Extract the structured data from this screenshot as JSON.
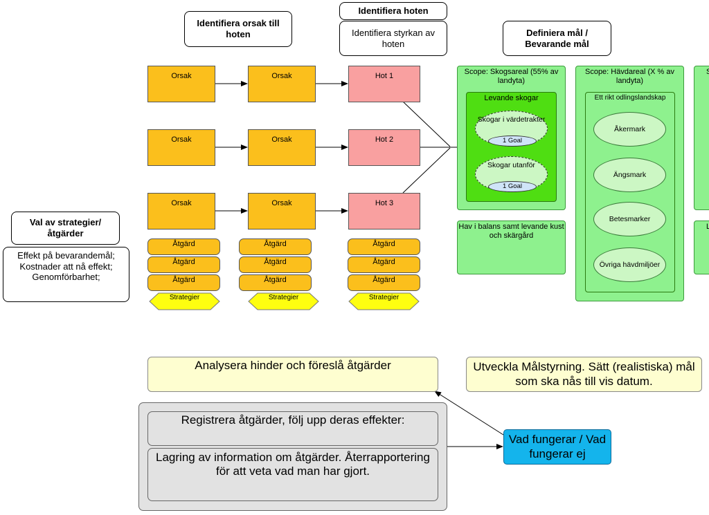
{
  "headers": {
    "orsak": "Identifiera orsak till hoten",
    "hoten": "Identifiera hoten",
    "styrkan": "Identifiera styrkan av hoten",
    "mal": "Definiera mål / Bevarande mål",
    "val": "Val av strategier/åtgärder"
  },
  "val_info": "Effekt på bevarandemål; Kostnader att nå effekt; Genomförbarhet;",
  "rows": [
    {
      "cause1": "Orsak",
      "cause2": "Orsak",
      "threat": "Hot 1"
    },
    {
      "cause1": "Orsak",
      "cause2": "Orsak",
      "threat": "Hot 2"
    },
    {
      "cause1": "Orsak",
      "cause2": "Orsak",
      "threat": "Hot 3"
    }
  ],
  "atgard_label": "Åtgärd",
  "strategier_label": "Strategier",
  "scope_forest": {
    "title": "Scope: Skogsareal (55% av landyta)",
    "inner_title": "Levande skogar",
    "targets": [
      {
        "label": "Skogar i värdetrakter",
        "goal": "1 Goal"
      },
      {
        "label": "Skogar utanför",
        "goal": "1 Goal"
      }
    ]
  },
  "scope_farmland": {
    "title": "Scope: Hävdareal (X % av landyta)",
    "inner_title": "Ett rikt odlingslandskap",
    "targets": [
      "Åkermark",
      "Ängsmark",
      "Betesmarker",
      "Övriga hävdmiljöer"
    ]
  },
  "sea_box": "Hav i balans samt levande kust och skärgård",
  "edge_labels": {
    "top": "S",
    "bottom": "L"
  },
  "bottom": {
    "analysera": "Analysera hinder och föreslå åtgärder",
    "utveckla": "Utveckla Målstyrning. Sätt (realistiska) mål som ska nås till vis datum.",
    "registrera": "Registrera åtgärder, följ upp deras effekter:",
    "lagring": "Lagring av information om åtgärder. Återrapportering för att veta vad man har gjort.",
    "vad": "Vad fungerar / Vad fungerar ej"
  },
  "colors": {
    "orsak": "#fbbf1c",
    "hot": "#f9a0a0",
    "scope": "#8ef18e",
    "levande": "#4fde12",
    "strategier": "#fefe10",
    "yellow_box": "#fefed0",
    "grey_box": "#e2e2e2",
    "blue_box": "#14b4ec"
  }
}
